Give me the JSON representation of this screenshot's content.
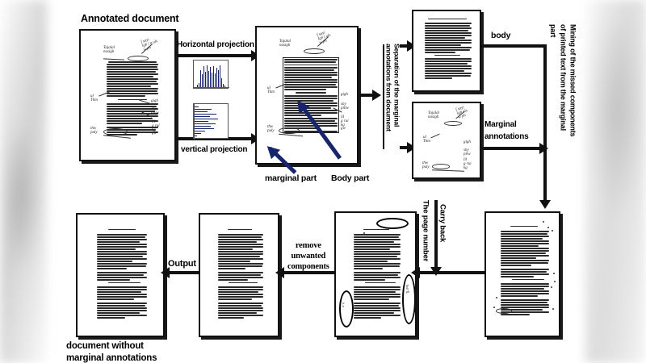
{
  "diagram": {
    "title_label": "Annotated document",
    "caption_bottom": "document without\n marginal annotations",
    "accent_blue": "#17256b",
    "line_black": "#111111",
    "labels": {
      "horizontal_projection": "Horizontal projection",
      "vertical_projection": "vertical projection",
      "marginal_part": "marginal part",
      "body_part": "Body part",
      "separation": "Separation of the marginal\nannotations from document",
      "body": "body",
      "marginal_annotations": "Marginal\nannotations",
      "mining": "Mining of the missed components\nof printed text from the marginal\npart",
      "page_number": "The page number",
      "carry_back": "Carry back",
      "remove_unwanted": "remove\nunwanted\ncomponents",
      "output": "Output"
    },
    "nodes": [
      {
        "id": "n1",
        "name": "annotated-document",
        "caption": "Annotated document"
      },
      {
        "id": "n2",
        "name": "document-with-body-detected",
        "caption": ""
      },
      {
        "id": "n3",
        "name": "extracted-body-page",
        "caption": ""
      },
      {
        "id": "n4",
        "name": "extracted-marginal-annotations-page",
        "caption": ""
      },
      {
        "id": "n5",
        "name": "mined-printed-text-page",
        "caption": ""
      },
      {
        "id": "n6",
        "name": "unwanted-components-marked-page",
        "caption": ""
      },
      {
        "id": "n7",
        "name": "cleaned-intermediate-page",
        "caption": ""
      },
      {
        "id": "n8",
        "name": "final-output-page",
        "caption": "document without\n marginal annotations"
      }
    ],
    "edges": [
      {
        "from": "n1",
        "to": "n2",
        "label": "Horizontal projection"
      },
      {
        "from": "n1",
        "to": "n2",
        "label": "vertical projection"
      },
      {
        "from": "n2",
        "to": "n3",
        "label": "Separation of the marginal annotations from document"
      },
      {
        "from": "n2",
        "to": "n4",
        "label": "Separation of the marginal annotations from document"
      },
      {
        "from": "n3",
        "to": "n5",
        "label": "body"
      },
      {
        "from": "n4",
        "to": "n5",
        "label": "Marginal annotations"
      },
      {
        "from": "n5",
        "to": "n6",
        "label": "Mining of the missed components of printed text from the marginal part"
      },
      {
        "from": "n5",
        "to": "n6",
        "label": "Carry back"
      },
      {
        "from": "n5",
        "to": "n6",
        "label": "The page number"
      },
      {
        "from": "n6",
        "to": "n7",
        "label": "remove unwanted components"
      },
      {
        "from": "n7",
        "to": "n8",
        "label": "Output"
      }
    ],
    "annotations": [
      {
        "target": "n2",
        "label": "marginal part",
        "color": "#17256b"
      },
      {
        "target": "n2",
        "label": "Body part",
        "color": "#17256b"
      }
    ],
    "plots": [
      {
        "name": "horizontal-projection-histogram",
        "type": "bar",
        "orientation": "vertical"
      },
      {
        "name": "vertical-projection-histogram",
        "type": "bar",
        "orientation": "horizontal"
      }
    ]
  }
}
